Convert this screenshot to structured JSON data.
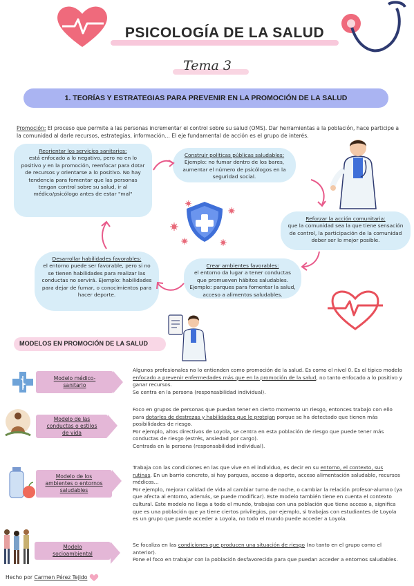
{
  "header": {
    "title": "PSICOLOGÍA DE LA SALUD",
    "subtitle": "Tema 3"
  },
  "section": {
    "banner": "1. TEORÍAS Y ESTRATEGIAS PARA PREVENIR EN LA PROMOCIÓN DE LA SALUD"
  },
  "promotion": {
    "term": "Promoción:",
    "text": " El proceso que permite a las personas incrementar el control sobre su salud (OMS). Dar herramientas a la población, hace participe a la comunidad al darle recursos, estrategias, información… El eje fundamental de acción es el grupo de interés."
  },
  "cycle": {
    "reorientar": {
      "title": "Reorientar los servicios sanitarios:",
      "text": "está enfocado a lo negativo, pero no en lo positivo y en la promoción, reenfocar para dotar de recursos y orientarse a lo positivo. No hay tendencia para fomentar que las personas tengan control sobre su salud, ir al médico/psicólogo antes de estar \"mal\""
    },
    "politicas": {
      "title": "Construir políticas públicas saludables:",
      "text": "Ejemplo: no fumar dentro de los bares, aumentar el número de psicólogos en la seguridad social."
    },
    "reforzar": {
      "title": "Reforzar la acción comunitaria:",
      "text": "que la comunidad sea la que tiene sensación de control, la participación de la comunidad deber ser lo mejor posible."
    },
    "ambientes": {
      "title": "Crear ambientes favorables:",
      "text": "el entorno da lugar a tener conductas que promueven hábitos saludables. Ejemplo: parques para fomentar la salud, acceso a alimentos saludables."
    },
    "habilidades": {
      "title": "Desarrollar habilidades favorables:",
      "text": "el entorno puede ser favorable, pero si no se tienen habilidades para realizar las conductas no servirá. Ejemplo: habilidades para dejar de fumar, o conocimientos para hacer deporte."
    }
  },
  "models": {
    "heading": "MODELOS EN PROMOCIÓN DE LA SALUD",
    "items": [
      {
        "label": "Modelo médico-sanitario",
        "text_parts": [
          "Algunos profesionales no lo entienden como promoción de la salud. Es como el nivel 0. Es el típico modelo ",
          "enfocado a prevenir enfermedades más que en la promoción de la salud",
          ", no tanto enfocado a lo positivo y ganar recursos.",
          "Se centra en la persona (responsabilidad individual)."
        ]
      },
      {
        "label": "Modelo de las conductas o estilos de vida",
        "text_parts": [
          "Foco en grupos de personas que puedan tener en cierto momento un riesgo, entonces trabajo con ello para ",
          "dotarles de destrezas y habilidades que le protejan",
          " porque se ha detectado que tienen más posibilidades de riesgo.",
          "Por ejemplo, altos directivos de Loyola, se centra en esta población de riesgo que puede tener más conductas de riesgo (estrés, ansiedad por cargo).",
          "Centrada en la persona (responsabilidad individual)."
        ]
      },
      {
        "label": "Modelo de los ambientes o entornos saludables",
        "text_parts": [
          "Trabaja con las condiciones en las que vive en el individuo, es decir en su ",
          "entorno, el contexto, sus rutinas",
          ". En un barrio concreto, si hay parques, acceso a deporte, acceso alimentación saludable, recursos médicos…",
          "Por ejemplo, mejorar calidad de vida al cambiar turno de noche, o cambiar la relación profesor-alumno (ya que afecta al entorno, además, se puede modificar). Este modelo también tiene en cuenta el contexto cultural. Este modelo no llega a todo el mundo, trabajas con una población que tiene acceso a, significa que es una población que ya tiene ciertos privilegios, por ejemplo, si trabajas con estudiantes de Loyola es un grupo que puede acceder a Loyola, no todo el mundo puede acceder a Loyola."
        ]
      },
      {
        "label": "Modelo socioambiental",
        "text_parts": [
          "Se focaliza en las ",
          "condiciones que producen una situación de riesgo",
          " (no tanto en el grupo como el anterior).",
          "Pone el foco en trabajar con la población desfavorecida para que puedan acceder a entornos saludables."
        ]
      }
    ]
  },
  "footer": {
    "prefix": "Hecho por ",
    "author": "Carmen Pérez Tejido"
  },
  "colors": {
    "banner": "#aab4f2",
    "bubble": "#d8edf8",
    "accent_pink": "#e85a8a",
    "model_tag": "#e4b7d7",
    "shield": "#3f6fd8"
  }
}
